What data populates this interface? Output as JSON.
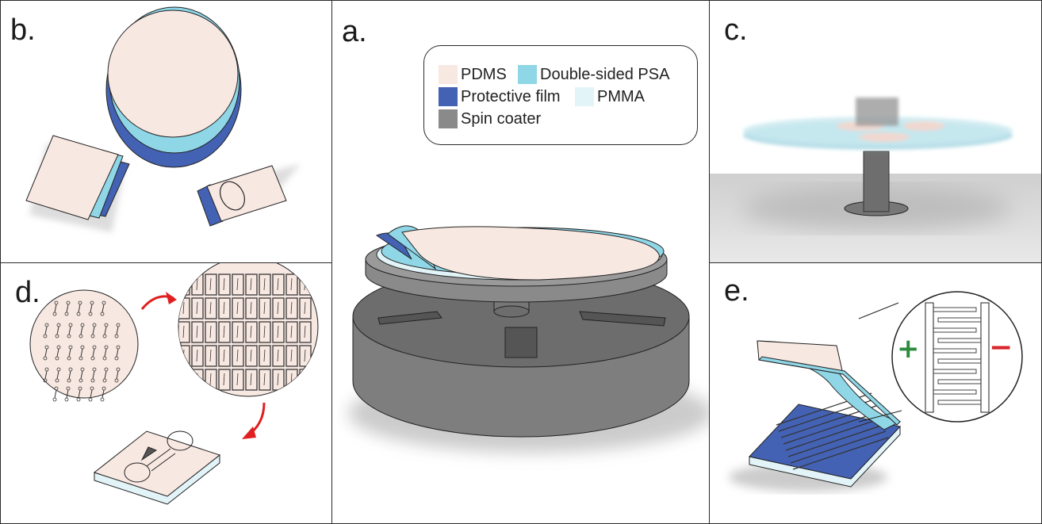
{
  "panels": {
    "a": "a.",
    "b": "b.",
    "c": "c.",
    "d": "d.",
    "e": "e."
  },
  "legend": {
    "items": [
      {
        "label": "PDMS",
        "color": "#f8e8e2"
      },
      {
        "label": "Double-sided PSA",
        "color": "#8fd6e6"
      },
      {
        "label": "Protective film",
        "color": "#4462b4"
      },
      {
        "label": "PMMA",
        "color": "#e2f4f8"
      },
      {
        "label": "Spin coater",
        "color": "#8a8a8a"
      }
    ]
  },
  "electrode_signs": {
    "positive": "+",
    "negative": "−",
    "positive_color": "#2e8b3e",
    "negative_color": "#d9262a"
  },
  "arrow_color": "#e02020"
}
